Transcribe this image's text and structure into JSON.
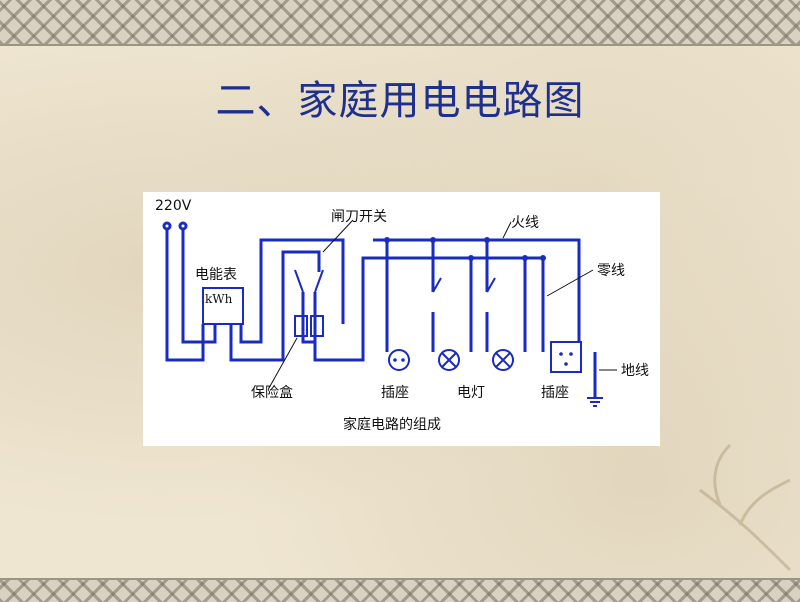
{
  "slide": {
    "title": "二、家庭用电电路图"
  },
  "diagram": {
    "labels": {
      "voltage": "220V",
      "knife_switch": "闸刀开关",
      "live_wire": "火线",
      "neutral_wire": "零线",
      "meter": "电能表",
      "meter_unit": "kWh",
      "fuse_box": "保险盒",
      "ground_wire": "地线",
      "socket_1": "插座",
      "lamp": "电灯",
      "socket_2": "插座",
      "caption": "家庭电路的组成"
    },
    "colors": {
      "wire": "#1a2bbf",
      "title": "#1f2f8c",
      "text": "#111111"
    }
  }
}
